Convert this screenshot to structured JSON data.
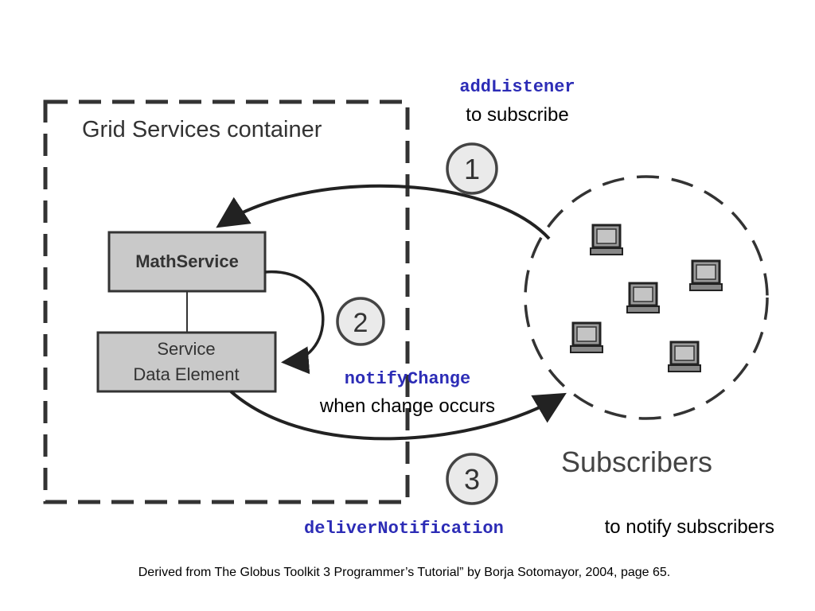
{
  "diagram": {
    "container_label": "Grid Services container",
    "math_service": "MathService",
    "sde_line1": "Service",
    "sde_line2": "Data Element",
    "subscribers_label": "Subscribers",
    "step1": "1",
    "step2": "2",
    "step3": "3"
  },
  "annotations": {
    "add_listener": "addListener",
    "add_listener_desc": "to subscribe",
    "notify_change": "notifyChange",
    "notify_change_desc": "when change occurs",
    "deliver_notification": "deliverNotification",
    "deliver_notification_desc": "to notify subscribers"
  },
  "footer": {
    "citation": "Derived from The Globus Toolkit 3 Programmer’s Tutorial” by Borja Sotomayor, 2004, page 65."
  },
  "colors": {
    "code_text": "#2c2cb6",
    "box_fill": "#c9c9c9",
    "ink": "#333333"
  }
}
